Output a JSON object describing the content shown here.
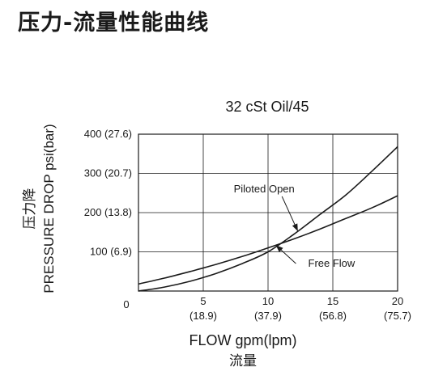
{
  "page": {
    "heading": "压力-流量性能曲线"
  },
  "chart_data": {
    "type": "line",
    "title": "32 cSt Oil/45",
    "xlabel": "FLOW gpm(lpm)",
    "xlabel_cn": "流量",
    "ylabel": "PRESSURE DROP psi(bar)",
    "ylabel_cn": "压力降",
    "xlim": [
      0,
      20
    ],
    "ylim": [
      0,
      400
    ],
    "grid": true,
    "x_ticks": [
      {
        "value": 0,
        "label": "0",
        "sub": ""
      },
      {
        "value": 5,
        "label": "5",
        "sub": "(18.9)"
      },
      {
        "value": 10,
        "label": "10",
        "sub": "(37.9)"
      },
      {
        "value": 15,
        "label": "15",
        "sub": "(56.8)"
      },
      {
        "value": 20,
        "label": "20",
        "sub": "(75.7)"
      }
    ],
    "y_ticks": [
      {
        "value": 100,
        "label": "100 (6.9)"
      },
      {
        "value": 200,
        "label": "200 (13.8)"
      },
      {
        "value": 300,
        "label": "300 (20.7)"
      },
      {
        "value": 400,
        "label": "400 (27.6)"
      }
    ],
    "series": [
      {
        "name": "Piloted Open",
        "x": [
          0,
          2,
          4,
          6,
          8,
          10,
          12,
          14,
          16,
          18,
          20
        ],
        "y": [
          0,
          10,
          25,
          45,
          70,
          100,
          145,
          195,
          245,
          305,
          368
        ]
      },
      {
        "name": "Free Flow",
        "x": [
          0,
          2,
          4,
          6,
          8,
          10,
          12,
          14,
          16,
          18,
          20
        ],
        "y": [
          18,
          33,
          50,
          68,
          88,
          110,
          133,
          158,
          185,
          212,
          243
        ]
      }
    ],
    "annotations": [
      {
        "text": "Piloted Open",
        "series": 0,
        "x": 12.3,
        "label_x": 9.7,
        "label_y": 260
      },
      {
        "text": "Free Flow",
        "series": 1,
        "x": 10.6,
        "label_x": 14.9,
        "label_y": 70
      }
    ]
  }
}
